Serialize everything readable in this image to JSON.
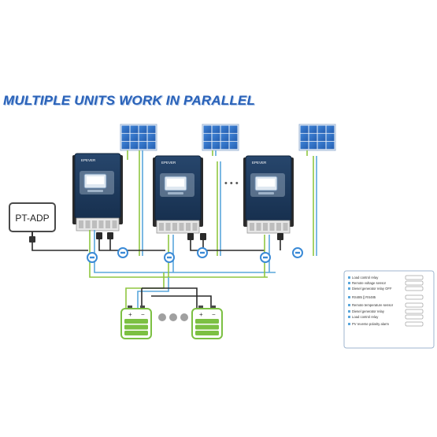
{
  "title": "MULTIPLE UNITS WORK IN PARALLEL",
  "adapter_label": "PT-ADP",
  "unit_logo": "EPEVER",
  "ellipsis": "• • •",
  "colors": {
    "title": "#2a62b8",
    "panel_blue": "#2d6cc4",
    "controller_navy": "#1f3a5c",
    "wire_green": "#8fc641",
    "wire_blue": "#5aa7dc",
    "battery_green": "#7cc043",
    "ring_blue": "#3a8ad6",
    "dots_gray": "#a0a0a0"
  },
  "legend": {
    "items": [
      "Load control relay",
      "Remote voltage sensor",
      "Diesel generator relay OFF",
      "RS485 || RS485",
      "Remote temperature sensor",
      "Diesel generator relay",
      "Load control relay",
      "PV reverse polarity alarm"
    ]
  }
}
